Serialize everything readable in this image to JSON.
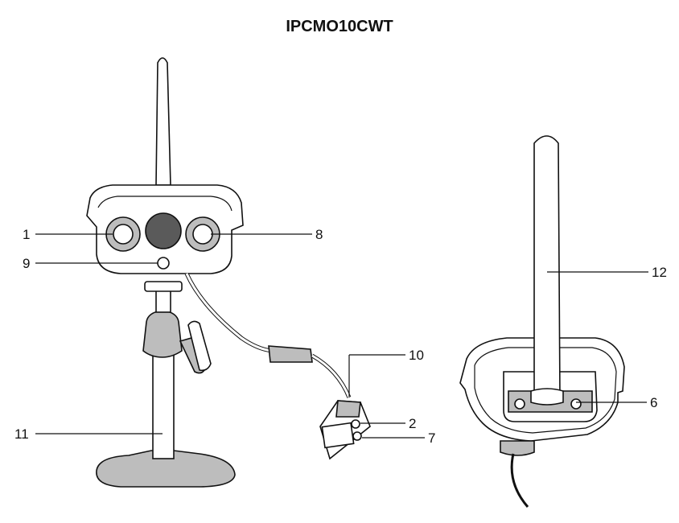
{
  "title": "IPCMO10CWT",
  "callouts": {
    "c1": "1",
    "c2": "2",
    "c6": "6",
    "c7": "7",
    "c8": "8",
    "c9": "9",
    "c10": "10",
    "c11": "11",
    "c12": "12"
  }
}
